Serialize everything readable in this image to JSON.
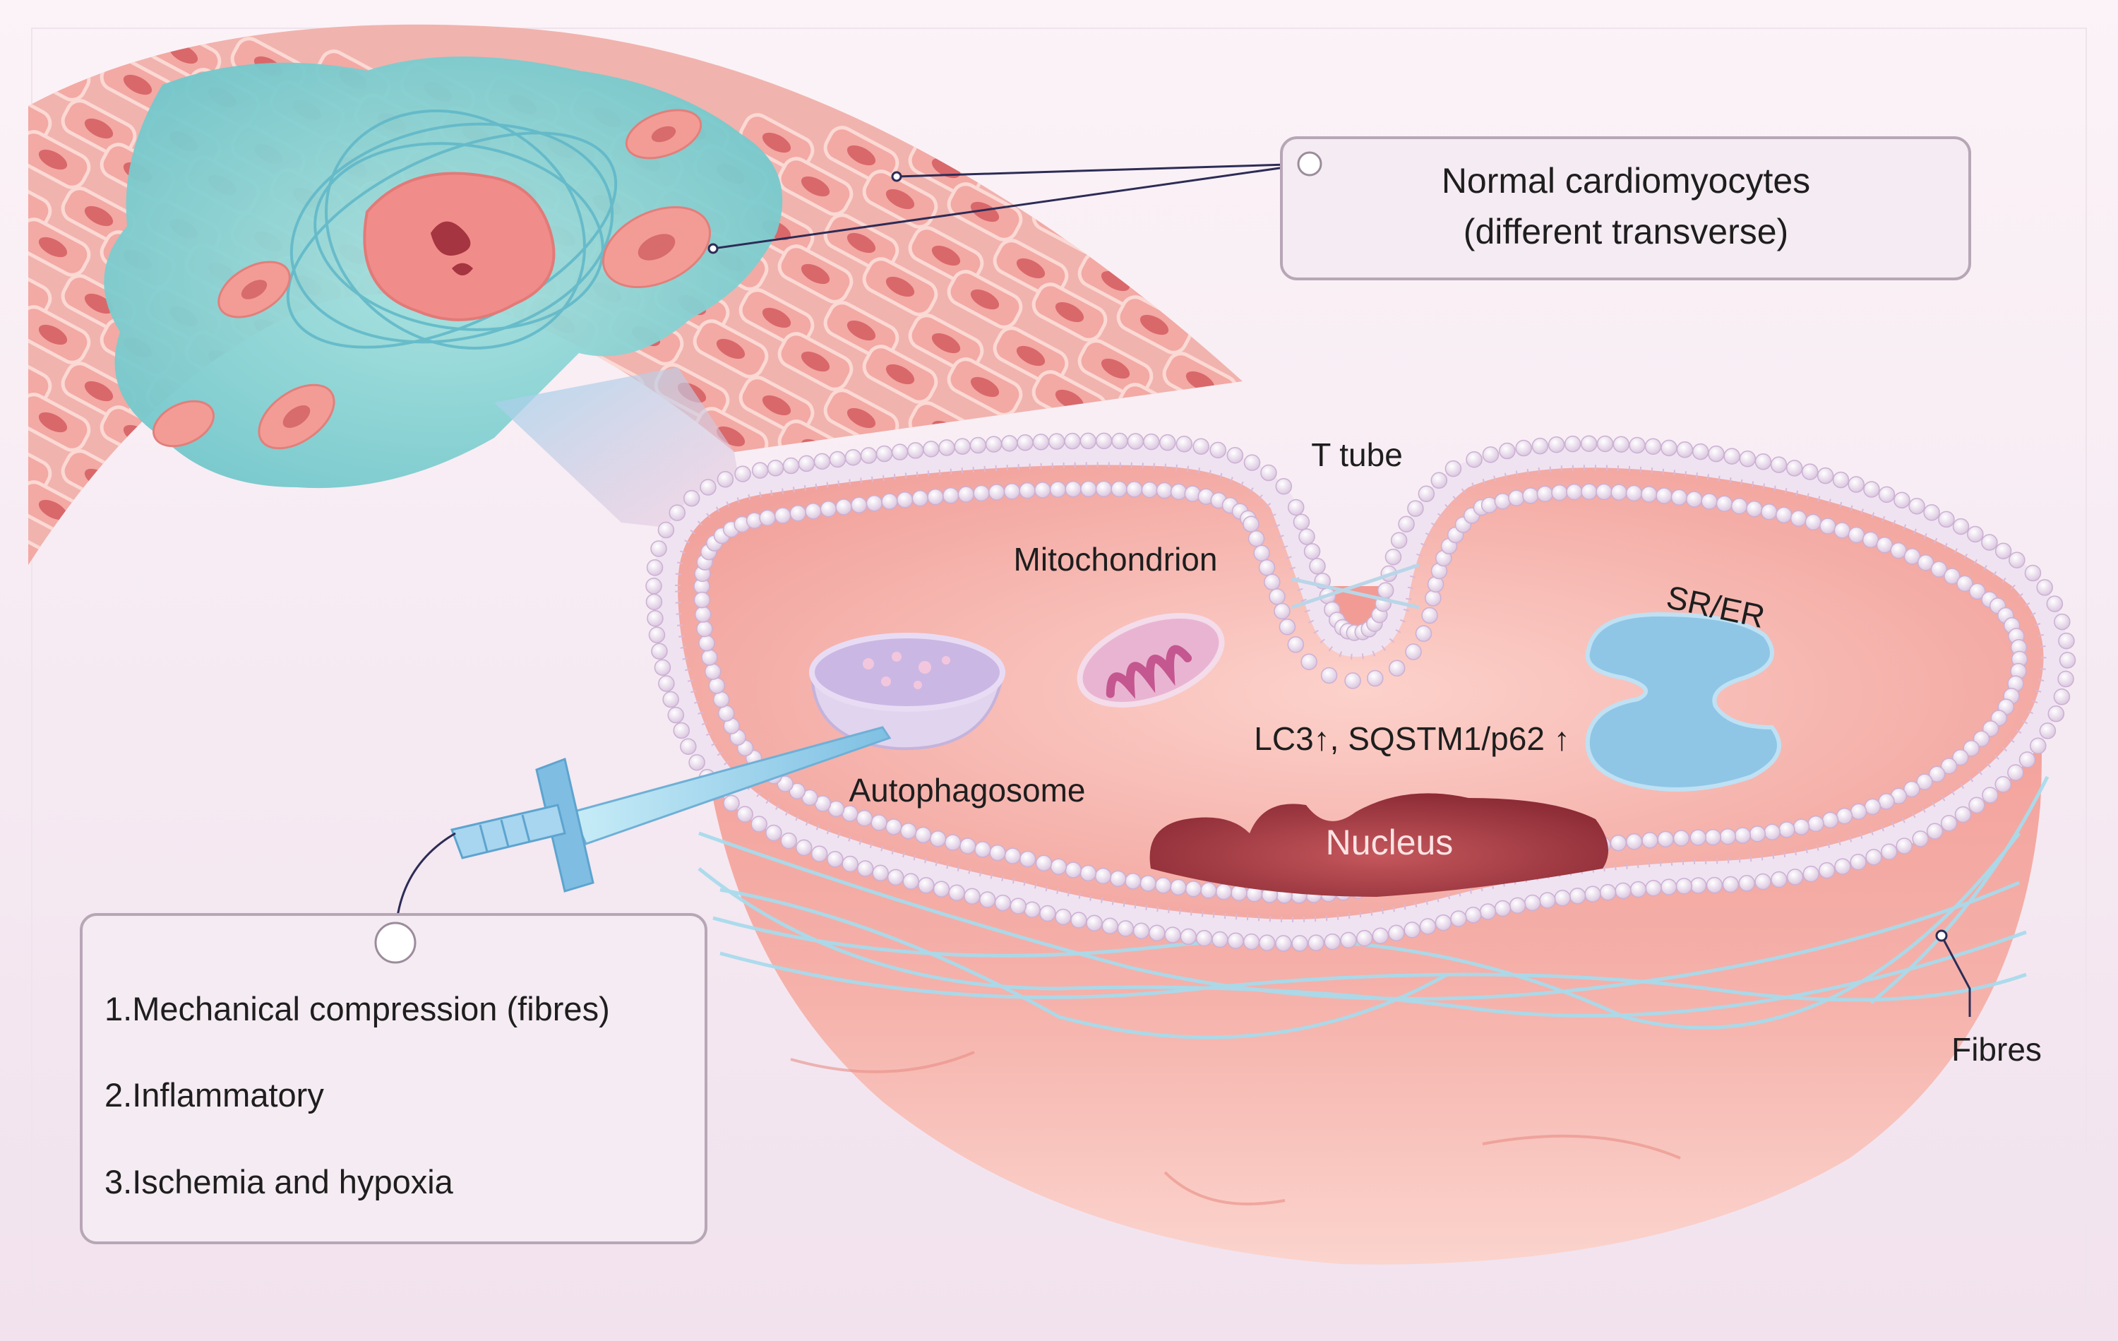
{
  "labels": {
    "normal_line1": "Normal cardiomyocytes",
    "normal_line2": "(different transverse)",
    "t_tube": "T tube",
    "mitochondrion": "Mitochondrion",
    "sr_er": "SR/ER",
    "autophagosome": "Autophagosome",
    "markers": "LC3↑, SQSTM1/p62 ↑",
    "nucleus": "Nucleus",
    "fibres": "Fibres"
  },
  "factors": [
    "1.Mechanical compression (fibres)",
    "2.Inflammatory",
    "3.Ischemia and hypoxia"
  ],
  "colors": {
    "background": "#f7edf3",
    "myocyte": "#e8928e",
    "myocyte_light": "#f6c2bc",
    "fibrosis": "#8fd6d6",
    "cell_interior": "#f4a9a3",
    "nucleus": "#b8464e",
    "membrane_bead": "#ece0f0",
    "organelle_blue": "#8fc6e6",
    "mitochondrion": "#d987b3",
    "fibre": "#a9dbec",
    "label_box_fill": "#f5ebf2",
    "label_box_stroke": "#b7a7b6"
  }
}
